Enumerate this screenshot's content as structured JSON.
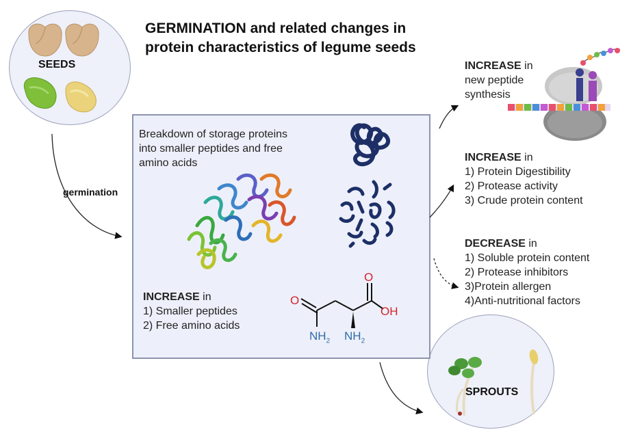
{
  "title": {
    "line1": "GERMINATION and related changes in",
    "line2": "protein characteristics of legume seeds"
  },
  "seeds": {
    "label": "SEEDS"
  },
  "sprouts": {
    "label": "SPROUTS"
  },
  "arrow_label": "germination",
  "central_box": {
    "description": [
      "Breakdown of storage proteins",
      "into smaller peptides and free",
      "amino acids"
    ],
    "increase": {
      "heading": "INCREASE",
      "suffix": " in",
      "items": [
        "1) Smaller peptides",
        "2) Free amino acids"
      ]
    },
    "molecule": {
      "o_top": "O",
      "o_left": "O",
      "oh": "OH",
      "nh2_left": "NH",
      "nh2_right": "NH",
      "sub": "2"
    }
  },
  "increase_synthesis": {
    "heading": "INCREASE",
    "suffix": " in",
    "lines": [
      "new peptide",
      "synthesis"
    ]
  },
  "increase_list": {
    "heading": "INCREASE",
    "suffix": " in",
    "items": [
      "1) Protein Digestibility",
      "2) Protease activity",
      "3) Crude protein content"
    ]
  },
  "decrease_list": {
    "heading": "DECREASE",
    "suffix": " in",
    "items": [
      "1) Soluble protein content",
      "2) Protease inhibitors",
      "3)Protein allergen",
      "4)Anti-nutritional factors"
    ]
  },
  "colors": {
    "circle_fill": "#eef0fa",
    "box_fill": "#edf0fa",
    "chickpea": "#d8b48c",
    "green_seed": "#7fbf3a",
    "yellow_seed": "#ead37a",
    "peptide_navy": "#1d2f66",
    "oxygen_red": "#d2232a",
    "nitrogen_blue": "#2f6aa7"
  },
  "icons": [
    "chickpea-icon",
    "green-bean-icon",
    "yellow-bean-icon",
    "protein-ribbon-icon",
    "peptide-coil-icon",
    "peptide-fragments-icon",
    "ribosome-icon",
    "sprout-icon"
  ]
}
